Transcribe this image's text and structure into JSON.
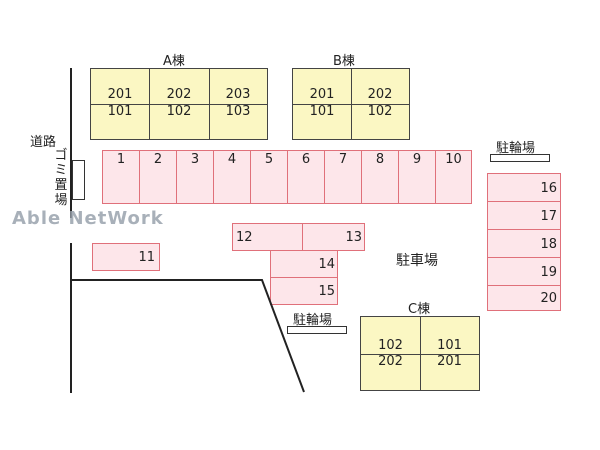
{
  "buildings": {
    "a": {
      "title": "A棟",
      "top_rooms": [
        "201",
        "202",
        "203"
      ],
      "bottom_rooms": [
        "101",
        "102",
        "103"
      ]
    },
    "b": {
      "title": "B棟",
      "top_rooms": [
        "201",
        "202"
      ],
      "bottom_rooms": [
        "101",
        "102"
      ]
    },
    "c": {
      "title": "C棟",
      "top_rooms": [
        "102",
        "101"
      ],
      "bottom_rooms": [
        "202",
        "201"
      ]
    }
  },
  "labels": {
    "road": "道路",
    "garbage": "ゴミ置場",
    "parking": "駐車場",
    "bicycle_parking_1": "駐輪場",
    "bicycle_parking_2": "駐輪場",
    "watermark": "Able NetWork"
  },
  "parking_slots": {
    "top_row": [
      "1",
      "2",
      "3",
      "4",
      "5",
      "6",
      "7",
      "8",
      "9",
      "10"
    ],
    "s11": "11",
    "s12": "12",
    "s13": "13",
    "s14": "14",
    "s15": "15",
    "right_column": [
      "16",
      "17",
      "18",
      "19",
      "20"
    ]
  },
  "colors": {
    "building_fill": "#fbf7c3",
    "parking_fill": "#fde6ea",
    "parking_border": "#e0707a"
  }
}
